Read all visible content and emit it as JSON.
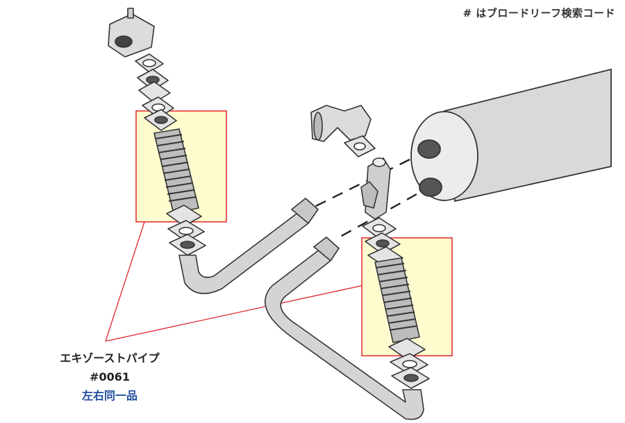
{
  "header": {
    "legend_note": "# はブロードリーフ検索コード"
  },
  "callout": {
    "part_name": "エキゾーストパイプ",
    "part_code": "#0061",
    "note": "左右同一品"
  },
  "colors": {
    "highlight_fill": "#fefccf",
    "highlight_stroke": "#e0262b",
    "leader_line": "#e0262b",
    "part_fill": "#dedede",
    "part_stroke": "#333333",
    "note_text": "#1f4e9e"
  }
}
